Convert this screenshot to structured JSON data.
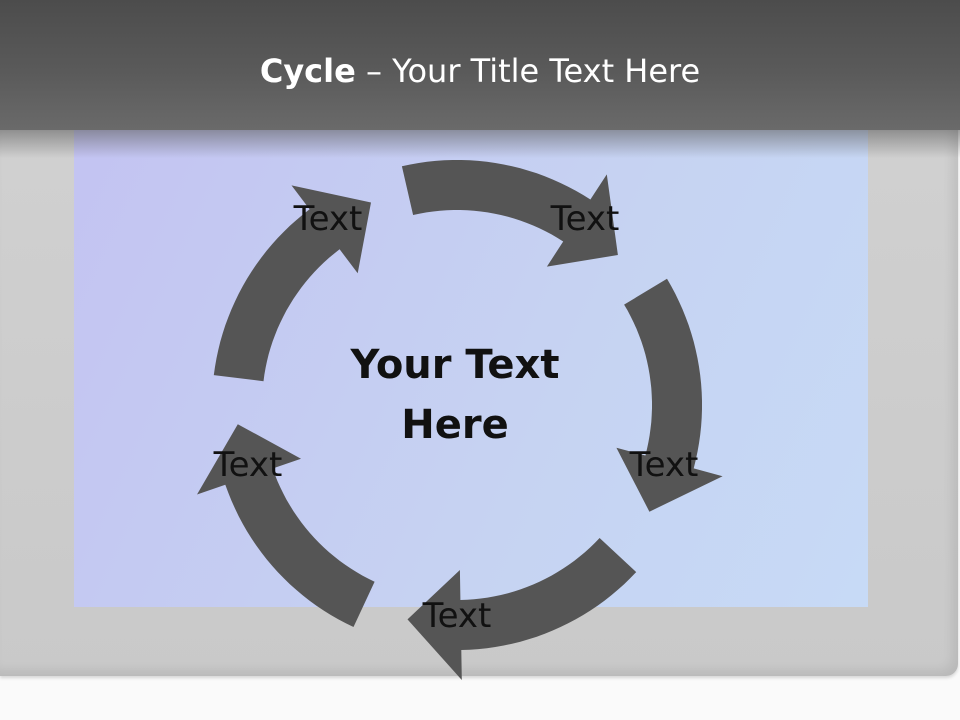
{
  "slide": {
    "title_bold": "Cycle",
    "title_rest": " – Your Title Text Here",
    "center_line1": "Your Text",
    "center_line2": "Here"
  },
  "cycle": {
    "arrow_color": "#555555",
    "steps": [
      {
        "label": "Text"
      },
      {
        "label": "Text"
      },
      {
        "label": "Text"
      },
      {
        "label": "Text"
      },
      {
        "label": "Text"
      }
    ]
  }
}
